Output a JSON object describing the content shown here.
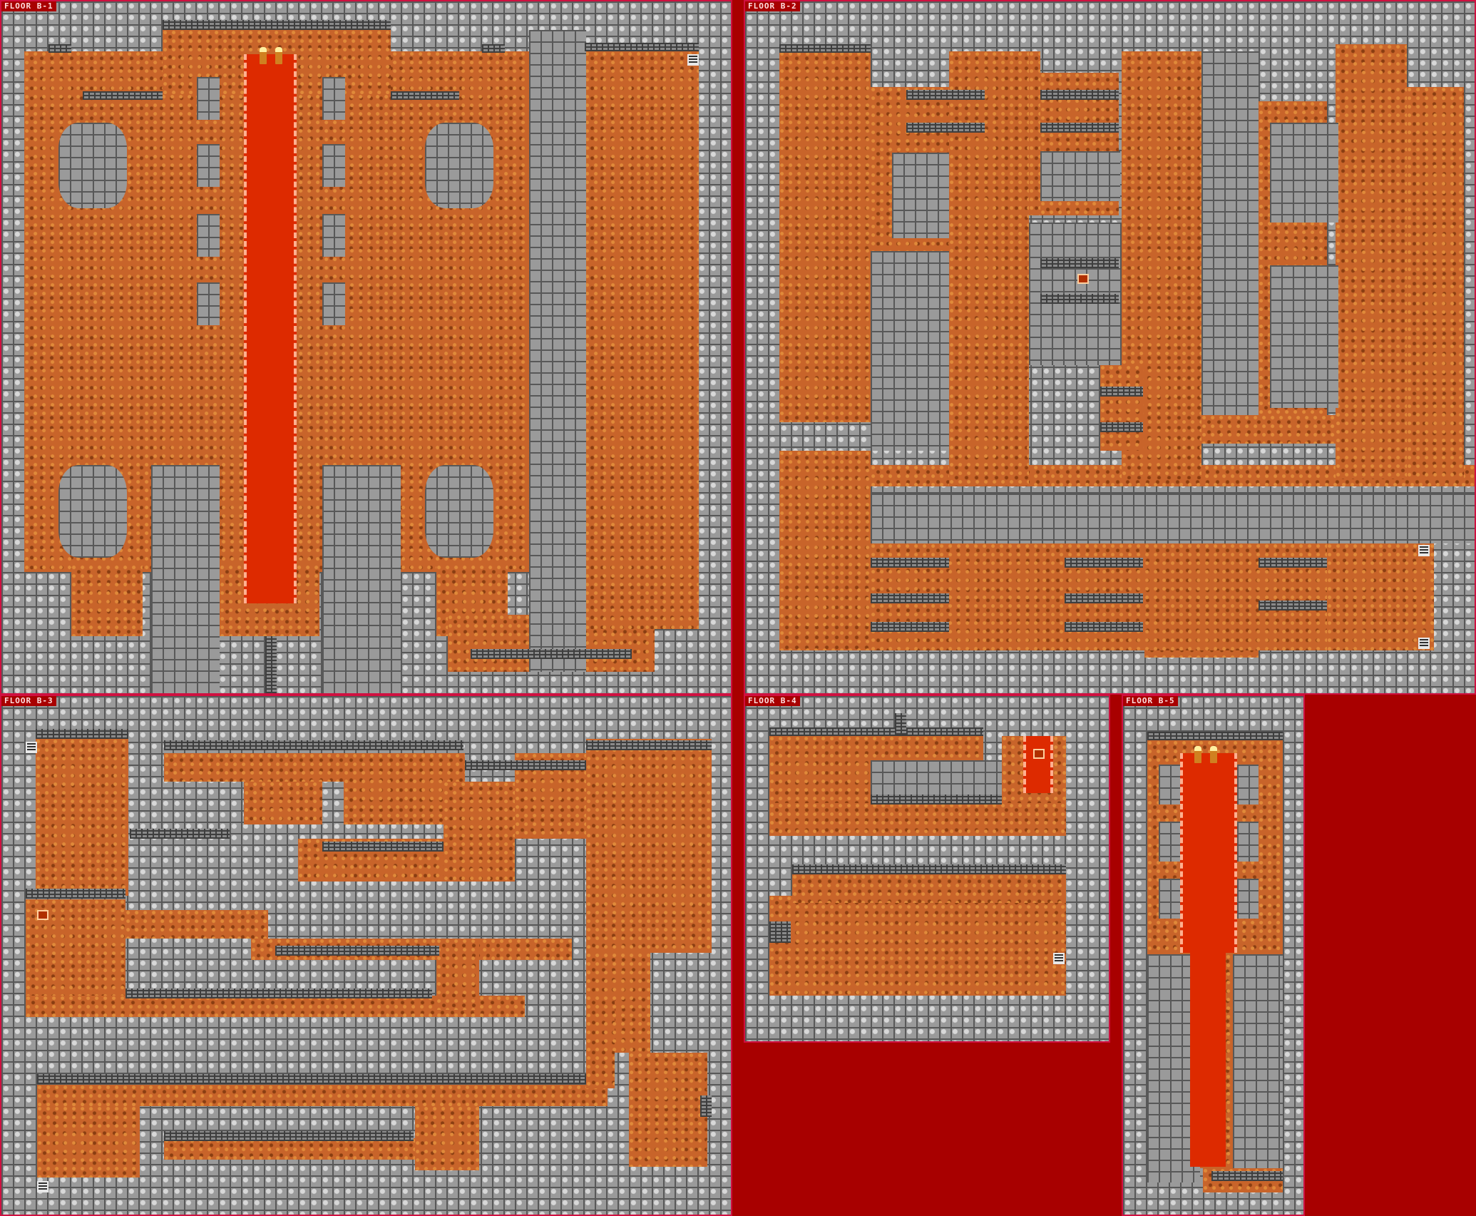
{
  "colors": {
    "background": "#a80000",
    "panel_border": "#d01040",
    "floor": "#c8642a",
    "wall": "#9a9a9a",
    "carpet": "#dd2a00"
  },
  "floors": [
    {
      "label": "FLOOR B-1"
    },
    {
      "label": "FLOOR B-2"
    },
    {
      "label": "FLOOR B-3"
    },
    {
      "label": "FLOOR B-4"
    },
    {
      "label": "FLOOR B-5"
    }
  ],
  "icons": {
    "stairs": "staircase-icon",
    "chest": "treasure-chest-icon",
    "torch": "torch-icon"
  }
}
